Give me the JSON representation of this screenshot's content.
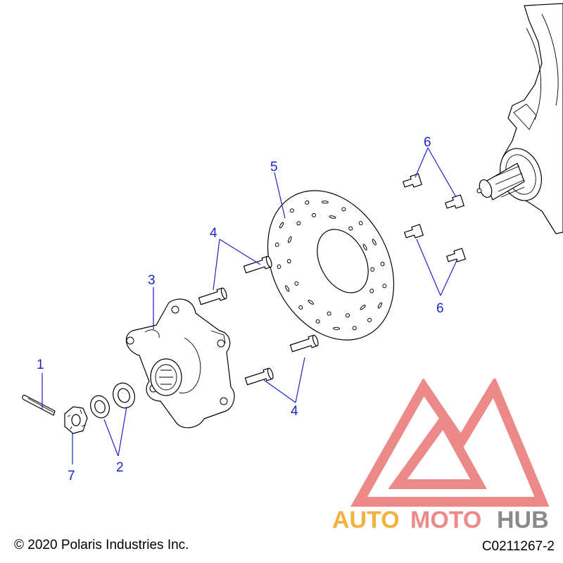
{
  "callouts": {
    "c1": "1",
    "c2": "2",
    "c3": "3",
    "c4a": "4",
    "c4b": "4",
    "c5": "5",
    "c6a": "6",
    "c6b": "6",
    "c7": "7"
  },
  "footer": {
    "copyright": "© 2020 Polaris Industries Inc.",
    "diagram_code": "C0211267-2"
  },
  "watermark": {
    "part1": "AUTO",
    "part2": "MOTO",
    "part3": "HUB",
    "color_orange": "#f3b23f",
    "color_red": "#ec8a8a",
    "color_grey": "#8a8a8a"
  },
  "colors": {
    "callout": "#1c23c8"
  }
}
